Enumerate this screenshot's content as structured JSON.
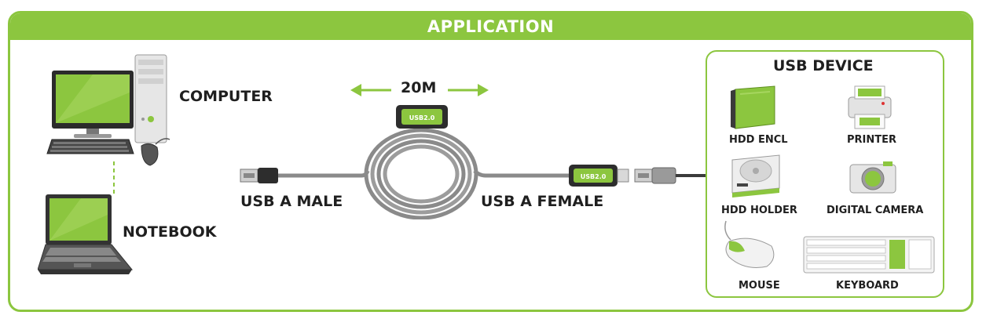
{
  "header": {
    "title": "APPLICATION"
  },
  "left": {
    "computer_label": "COMPUTER",
    "notebook_label": "NOTEBOOK"
  },
  "cable": {
    "length_label": "20M",
    "male_label": "USB A MALE",
    "female_label": "USB A FEMALE",
    "chip_text": "USB2.0"
  },
  "devices": {
    "title": "USB DEVICE",
    "hdd_encl": "HDD ENCL",
    "printer": "PRINTER",
    "hdd_holder": "HDD HOLDER",
    "digital_camera": "DIGITAL CAMERA",
    "mouse": "MOUSE",
    "keyboard": "KEYBOARD"
  },
  "colors": {
    "accent": "#8cc63f",
    "text": "#1f1f1f",
    "cable": "#8a8a8a"
  }
}
